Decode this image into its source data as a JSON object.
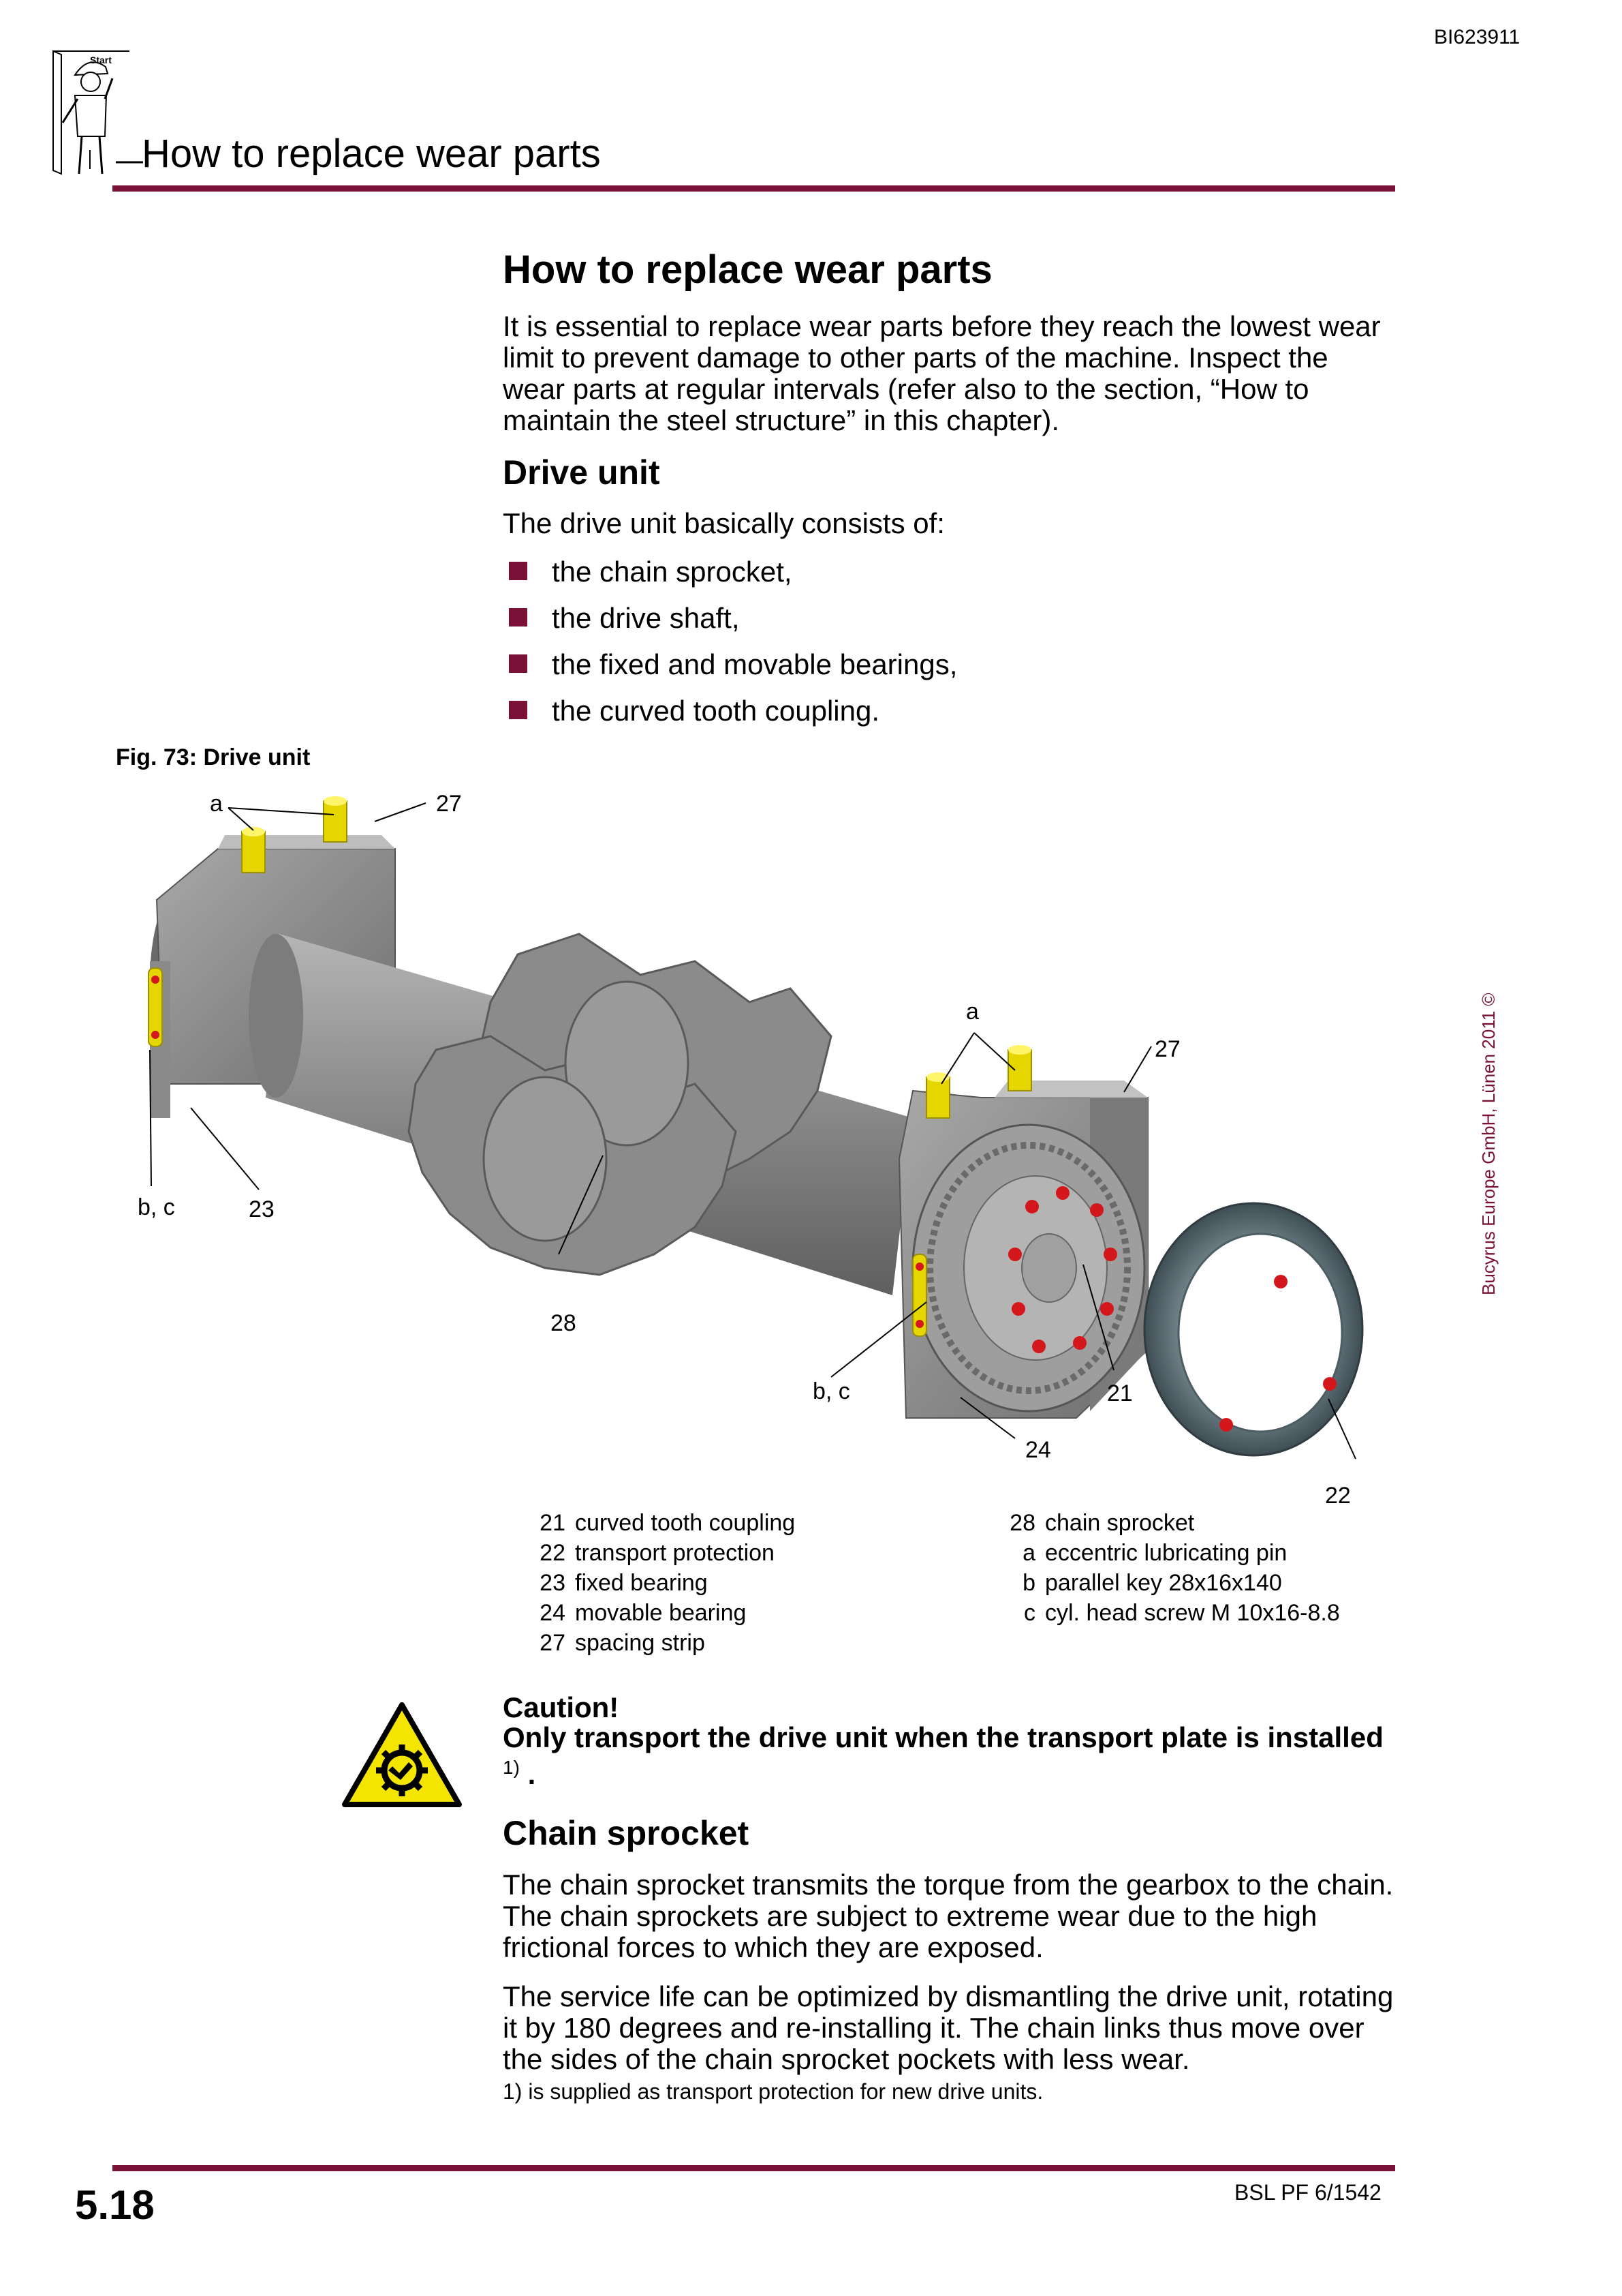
{
  "header": {
    "doc_id": "BI623911",
    "title": "How to replace wear parts",
    "logo_text": "Start"
  },
  "section": {
    "title": "How to replace wear parts",
    "intro": "It is essential to replace wear parts before they reach the lowest wear limit to prevent damage to other parts of the machine. Inspect the wear parts at regular intervals (refer also to the section, “How to maintain the steel structure” in this chapter)."
  },
  "drive_unit": {
    "heading": "Drive unit",
    "lead": "The drive unit basically consists of:",
    "items": [
      "the chain sprocket,",
      "the drive shaft,",
      "the fixed and movable bearings,",
      "the curved tooth coupling."
    ]
  },
  "figure": {
    "caption": "Fig. 73:  Drive unit",
    "callouts": {
      "a_top": "a",
      "n27_top": "27",
      "bc_left": "b, c",
      "n23": "23",
      "n28": "28",
      "a_right": "a",
      "n27_right": "27",
      "bc_right": "b, c",
      "n21": "21",
      "n24": "24",
      "n22": "22"
    },
    "legend_left": [
      {
        "key": "21",
        "label": "curved tooth coupling"
      },
      {
        "key": "22",
        "label": "transport protection"
      },
      {
        "key": "23",
        "label": "fixed bearing"
      },
      {
        "key": "24",
        "label": "movable bearing"
      },
      {
        "key": "27",
        "label": "spacing strip"
      }
    ],
    "legend_right": [
      {
        "key": "28",
        "label": "chain sprocket"
      },
      {
        "key": "a",
        "label": "eccentric lubricating pin"
      },
      {
        "key": "b",
        "label": "parallel key 28x16x140"
      },
      {
        "key": "c",
        "label": "cyl. head screw M 10x16-8.8"
      }
    ]
  },
  "caution": {
    "title": "Caution!",
    "text": "Only transport the drive unit when the transport plate is installed",
    "sup": "1)",
    "end": " ."
  },
  "chain_sprocket": {
    "heading": "Chain sprocket",
    "p1": "The chain sprocket transmits the torque from the gearbox to the chain. The chain sprockets are subject to extreme wear due to the high frictional forces to which they are exposed.",
    "p2": "The service life can be optimized by dismantling the drive unit, rotating it by 180 degrees and re-installing it. The chain links thus move over the sides of the chain sprocket pockets with less wear."
  },
  "footnote": "1) is supplied as transport protection for new drive units.",
  "footer": {
    "page": "5.18",
    "ref": "BSL PF 6/1542",
    "copyright": "Bucyrus Europe GmbH, Lünen 2011 ©"
  },
  "colors": {
    "accent": "#7a1238",
    "caution_yellow": "#f4e500",
    "part_gray": "#8e8e8e",
    "lube_pin": "#e6d600",
    "screw_red": "#d4161d"
  }
}
